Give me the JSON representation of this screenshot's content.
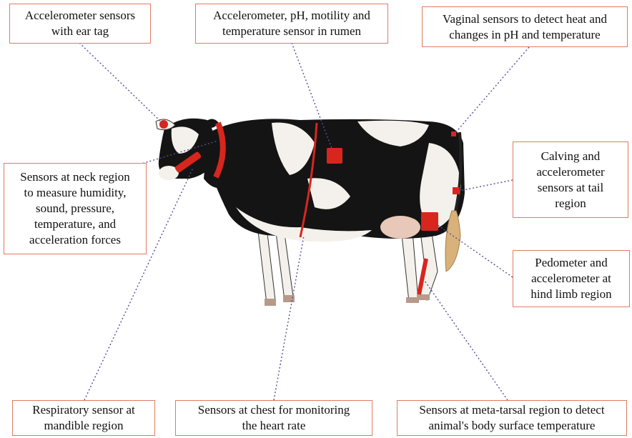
{
  "labels": {
    "ear_tag": "Accelerometer sensors\nwith ear tag",
    "rumen": "Accelerometer, pH, motility and\ntemperature sensor in rumen",
    "vaginal": "Vaginal sensors to detect heat and\nchanges in pH and temperature",
    "neck": "Sensors at neck region\nto measure humidity,\nsound, pressure,\ntemperature, and\nacceleration forces",
    "tail": "Calving and\naccelerometer\nsensors at tail\nregion",
    "hind_limb": "Pedometer and\naccelerometer at\nhind limb region",
    "mandible": "Respiratory sensor at\nmandible region",
    "chest": "Sensors at chest for monitoring\nthe heart rate",
    "metatarsal": "Sensors at meta-tarsal region to detect\nanimal's body surface temperature"
  },
  "colors": {
    "box_border": "#e07b62",
    "leader_line": "#5a4c9a",
    "sensor": "#d7261e",
    "cow_black": "#141414",
    "cow_white": "#f4f1ec"
  }
}
